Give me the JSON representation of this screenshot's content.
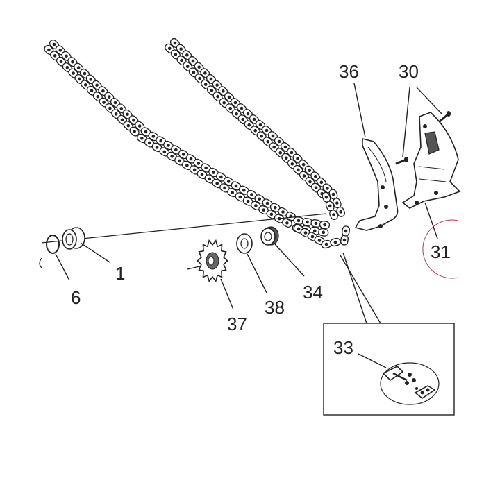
{
  "diagram": {
    "callouts": [
      {
        "id": "1",
        "label": "1"
      },
      {
        "id": "6",
        "label": "6"
      },
      {
        "id": "37",
        "label": "37"
      },
      {
        "id": "38",
        "label": "38"
      },
      {
        "id": "34",
        "label": "34"
      },
      {
        "id": "36",
        "label": "36"
      },
      {
        "id": "30",
        "label": "30"
      },
      {
        "id": "31",
        "label": "31"
      },
      {
        "id": "33",
        "label": "33"
      }
    ]
  },
  "colors": {
    "line": "#222222",
    "highlight_circle": "#c0334d",
    "background": "#ffffff"
  }
}
